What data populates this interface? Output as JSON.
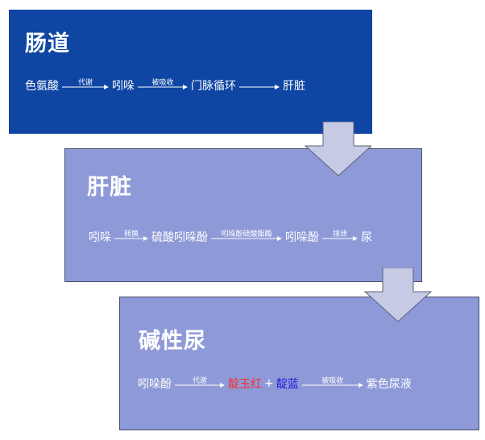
{
  "panels": [
    {
      "title": "肠道",
      "flow": [
        {
          "type": "node",
          "text": "色氨酸"
        },
        {
          "type": "edge",
          "label": "代谢"
        },
        {
          "type": "node",
          "text": "吲哚"
        },
        {
          "type": "edge",
          "label": "被吸收"
        },
        {
          "type": "node",
          "text": "门脉循环"
        },
        {
          "type": "edge",
          "label": ""
        },
        {
          "type": "node",
          "text": "肝脏"
        }
      ]
    },
    {
      "title": "肝脏",
      "flow": [
        {
          "type": "node",
          "text": "吲哚"
        },
        {
          "type": "edge",
          "label": "转换"
        },
        {
          "type": "node",
          "text": "硫酸吲哚酚"
        },
        {
          "type": "edge",
          "label": "吲哚酚硫酸酯酶"
        },
        {
          "type": "node",
          "text": "吲哚酚"
        },
        {
          "type": "edge",
          "label": "排泄"
        },
        {
          "type": "node",
          "text": "尿"
        }
      ]
    },
    {
      "title": "碱性尿",
      "flow": [
        {
          "type": "node",
          "text": "吲哚酚"
        },
        {
          "type": "edge",
          "label": "代谢"
        },
        {
          "type": "node",
          "text": "靛玉红",
          "color": "red"
        },
        {
          "type": "node",
          "text": "+"
        },
        {
          "type": "node",
          "text": "靛蓝",
          "color": "blue"
        },
        {
          "type": "edge",
          "label": "被吸收"
        },
        {
          "type": "node",
          "text": "紫色尿液"
        }
      ]
    }
  ],
  "colors": {
    "panel1_fill": "#0f46a3",
    "panel_fill": "#8e9ad8",
    "connector_fill": "#c7cae4",
    "red_text": "#ff2b2b",
    "blue_text": "#1c1cdb"
  }
}
